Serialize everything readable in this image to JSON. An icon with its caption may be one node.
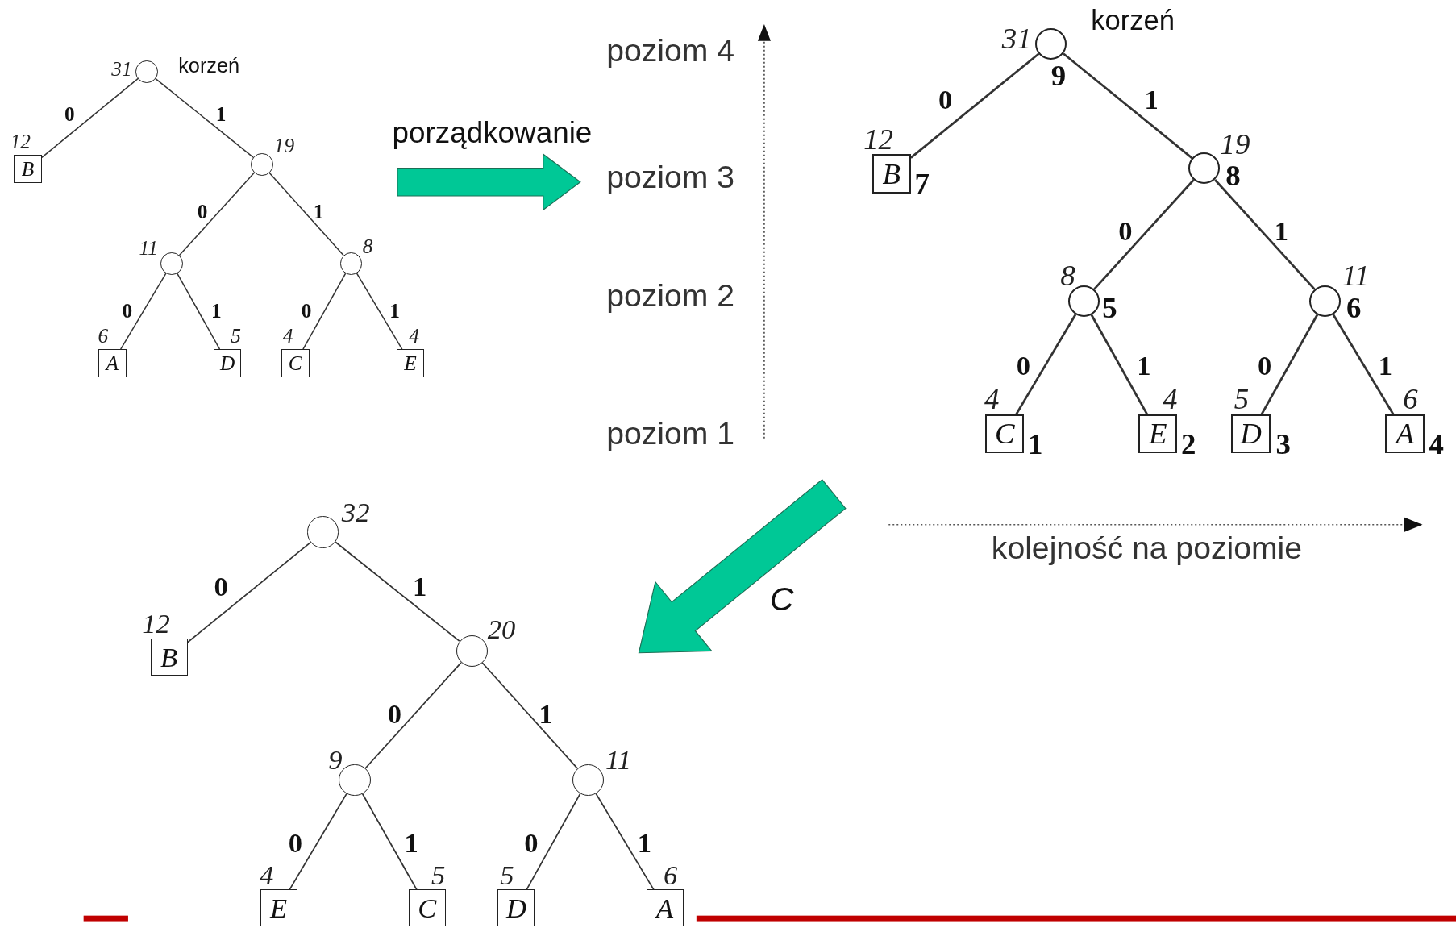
{
  "diagram": {
    "nodes": [
      {
        "text": [],
        "shape": "circle",
        "beside": [
          "31",
          "korzeń"
        ]
      },
      {
        "text": [
          "B"
        ],
        "beside": [
          "12"
        ]
      },
      {
        "text": [],
        "shape": "circle",
        "beside": [
          "19"
        ]
      },
      {
        "text": [],
        "shape": "circle",
        "beside": [
          "11"
        ]
      },
      {
        "text": [],
        "shape": "circle",
        "beside": [
          "8"
        ]
      },
      {
        "text": [
          "A"
        ],
        "beside": [
          "6"
        ]
      },
      {
        "text": [
          "D"
        ],
        "beside": [
          "5"
        ]
      },
      {
        "text": [
          "C"
        ],
        "beside": [
          "4"
        ]
      },
      {
        "text": [
          "E"
        ],
        "beside": [
          "4"
        ]
      },
      {
        "text": [],
        "shape": "circle",
        "beside": [
          "31",
          "korzeń",
          "9"
        ]
      },
      {
        "text": [
          "B"
        ],
        "beside": [
          "12",
          "7"
        ]
      },
      {
        "text": [],
        "shape": "circle",
        "beside": [
          "19",
          "8"
        ]
      },
      {
        "text": [],
        "shape": "circle",
        "beside": [
          "8",
          "5"
        ]
      },
      {
        "text": [],
        "shape": "circle",
        "beside": [
          "11",
          "6"
        ]
      },
      {
        "text": [
          "C"
        ],
        "beside": [
          "4",
          "1"
        ]
      },
      {
        "text": [
          "E"
        ],
        "beside": [
          "4",
          "2"
        ]
      },
      {
        "text": [
          "D"
        ],
        "beside": [
          "5",
          "3"
        ]
      },
      {
        "text": [
          "A"
        ],
        "beside": [
          "6",
          "4"
        ]
      },
      {
        "text": [],
        "shape": "circle",
        "beside": [
          "32"
        ]
      },
      {
        "text": [
          "B"
        ],
        "beside": [
          "12"
        ]
      },
      {
        "text": [],
        "shape": "circle",
        "beside": [
          "20"
        ]
      },
      {
        "text": [],
        "shape": "circle",
        "beside": [
          "9"
        ]
      },
      {
        "text": [],
        "shape": "circle",
        "beside": [
          "11"
        ]
      },
      {
        "text": [
          "E"
        ],
        "beside": [
          "4"
        ]
      },
      {
        "text": [
          "C"
        ],
        "beside": [
          "5"
        ]
      },
      {
        "text": [
          "D"
        ],
        "beside": [
          "5"
        ]
      },
      {
        "text": [
          "A"
        ],
        "beside": [
          "6"
        ]
      }
    ],
    "edges": [
      {
        "from": 0,
        "to": 1,
        "arrow": "none",
        "label": "0"
      },
      {
        "from": 0,
        "to": 2,
        "arrow": "none",
        "label": "1"
      },
      {
        "from": 2,
        "to": 3,
        "arrow": "none",
        "label": "0"
      },
      {
        "from": 2,
        "to": 4,
        "arrow": "none",
        "label": "1"
      },
      {
        "from": 3,
        "to": 5,
        "arrow": "none",
        "label": "0"
      },
      {
        "from": 3,
        "to": 6,
        "arrow": "none",
        "label": "1"
      },
      {
        "from": 4,
        "to": 7,
        "arrow": "none",
        "label": "0"
      },
      {
        "from": 4,
        "to": 8,
        "arrow": "none",
        "label": "1"
      },
      {
        "from": 9,
        "to": 10,
        "arrow": "none",
        "label": "0"
      },
      {
        "from": 9,
        "to": 11,
        "arrow": "none",
        "label": "1"
      },
      {
        "from": 11,
        "to": 12,
        "arrow": "none",
        "label": "0"
      },
      {
        "from": 11,
        "to": 13,
        "arrow": "none",
        "label": "1"
      },
      {
        "from": 12,
        "to": 14,
        "arrow": "none",
        "label": "0"
      },
      {
        "from": 12,
        "to": 15,
        "arrow": "none",
        "label": "1"
      },
      {
        "from": 13,
        "to": 16,
        "arrow": "none",
        "label": "0"
      },
      {
        "from": 13,
        "to": 17,
        "arrow": "none",
        "label": "1"
      },
      {
        "from": 18,
        "to": 19,
        "arrow": "none",
        "label": "0"
      },
      {
        "from": 18,
        "to": 20,
        "arrow": "none",
        "label": "1"
      },
      {
        "from": 20,
        "to": 21,
        "arrow": "none",
        "label": "0"
      },
      {
        "from": 20,
        "to": 22,
        "arrow": "none",
        "label": "1"
      },
      {
        "from": 21,
        "to": 23,
        "arrow": "none",
        "label": "0"
      },
      {
        "from": 21,
        "to": 24,
        "arrow": "none",
        "label": "1"
      },
      {
        "from": 22,
        "to": 25,
        "arrow": "none",
        "label": "0"
      },
      {
        "from": 22,
        "to": 26,
        "arrow": "none",
        "label": "1"
      }
    ],
    "labels": [
      "porządkowanie",
      "poziom 4",
      "poziom 3",
      "poziom 2",
      "poziom 1",
      "kolejność na poziomie",
      "C"
    ]
  }
}
